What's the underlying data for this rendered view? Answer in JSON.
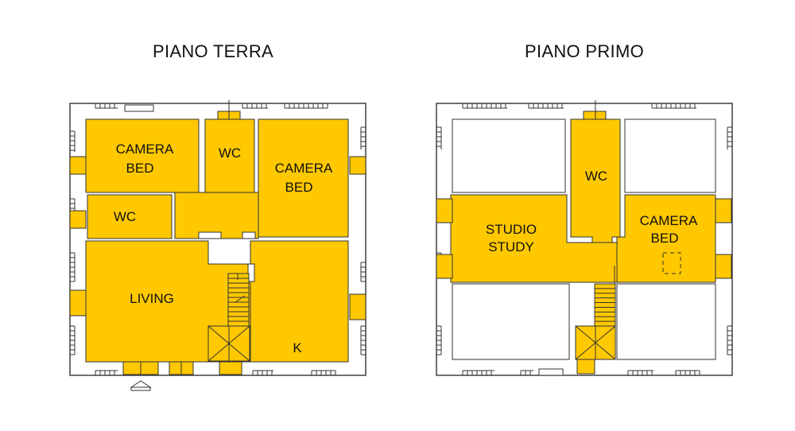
{
  "colors": {
    "room_fill": "#ffc800",
    "wall": "#333333",
    "background": "#ffffff"
  },
  "floors": [
    {
      "title": "PIANO TERRA",
      "rooms": [
        {
          "id": "camera-1",
          "lines": [
            "CAMERA",
            "BED"
          ]
        },
        {
          "id": "wc-1",
          "lines": [
            "WC"
          ]
        },
        {
          "id": "camera-2",
          "lines": [
            "CAMERA",
            "BED"
          ]
        },
        {
          "id": "wc-2",
          "lines": [
            "WC"
          ]
        },
        {
          "id": "living",
          "lines": [
            "LIVING"
          ]
        },
        {
          "id": "kitchen",
          "lines": [
            "K"
          ]
        }
      ]
    },
    {
      "title": "PIANO PRIMO",
      "rooms": [
        {
          "id": "wc-3",
          "lines": [
            "WC"
          ]
        },
        {
          "id": "studio",
          "lines": [
            "STUDIO",
            "STUDY"
          ]
        },
        {
          "id": "camera-3",
          "lines": [
            "CAMERA",
            "BED"
          ]
        }
      ]
    }
  ]
}
